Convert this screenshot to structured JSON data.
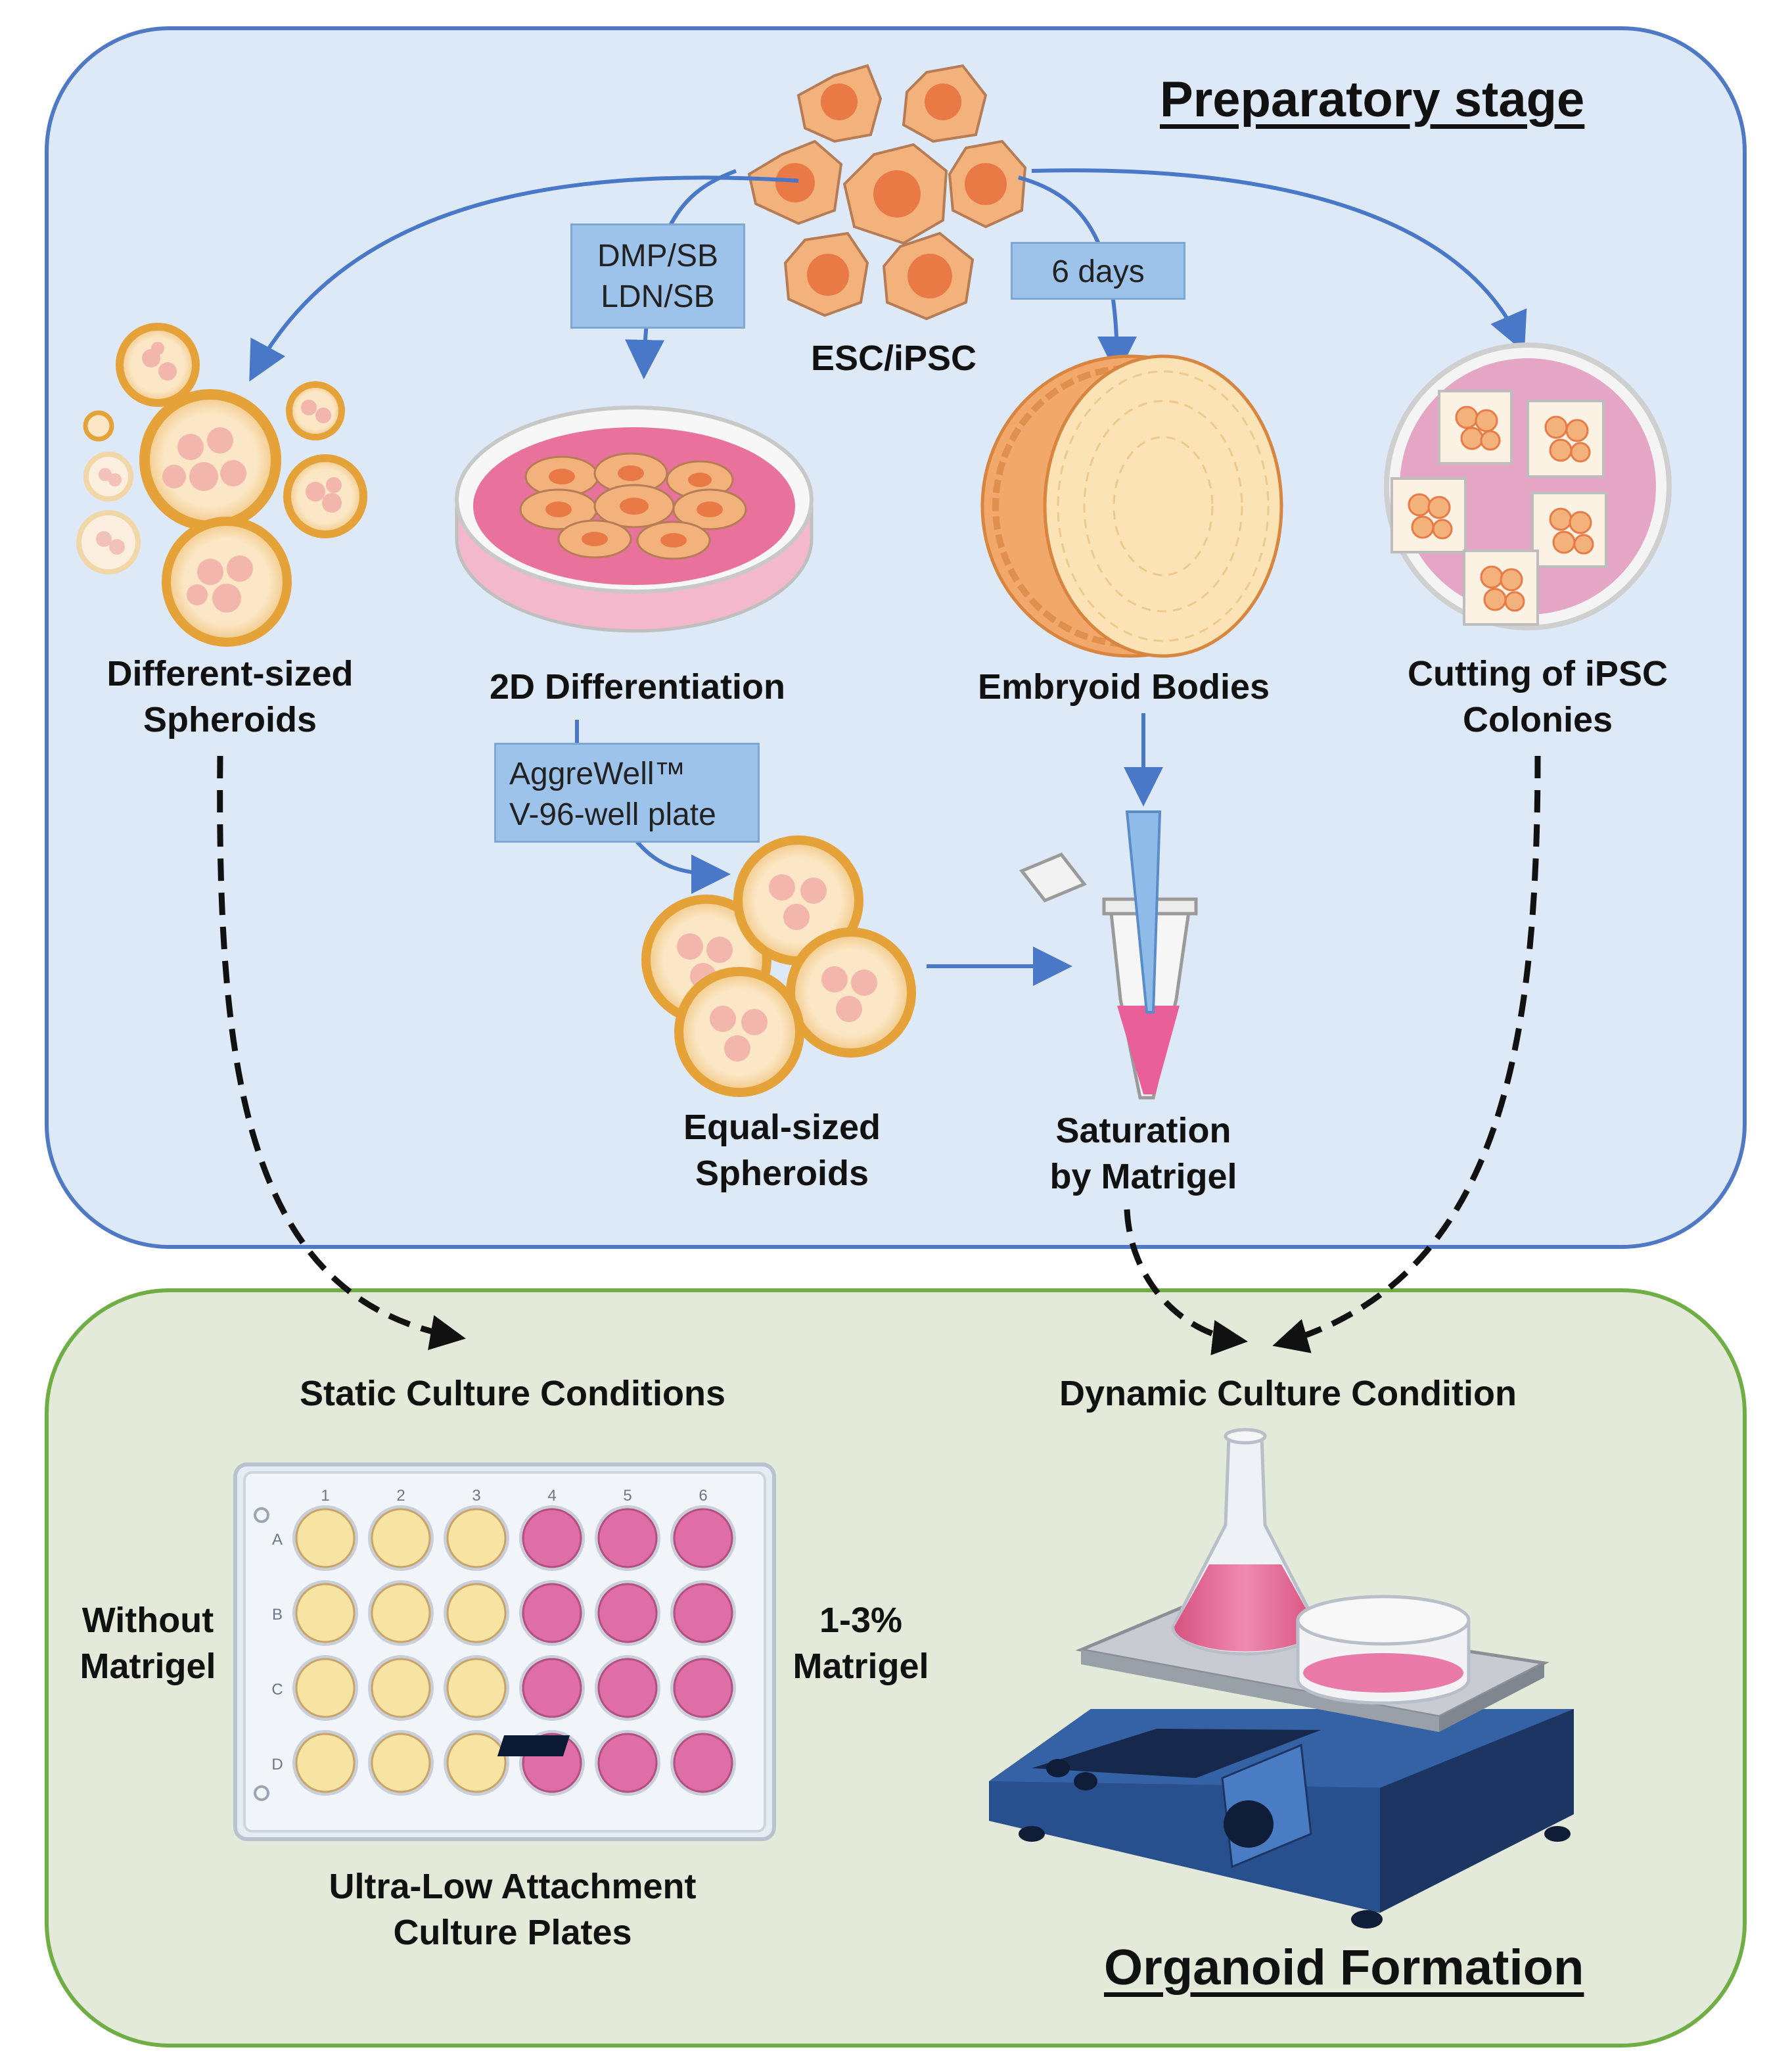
{
  "stages": {
    "preparatory": "Preparatory stage",
    "organoid": "Organoid Formation"
  },
  "labels": {
    "source": "ESC/iPSC",
    "spheroids_diff": "Different-sized\nSpheroids",
    "diff_2d": "2D Differentiation",
    "embryoid": "Embryoid Bodies",
    "cutting": "Cutting of iPSC\nColonies",
    "spheroids_equal": "Equal-sized\nSpheroids",
    "saturation": "Saturation\nby Matrigel",
    "static": "Static Culture Conditions",
    "dynamic": "Dynamic Culture Condition",
    "without": "Without\nMatrigel",
    "with": "1-3%\nMatrigel",
    "ula": "Ultra-Low Attachment\nCulture Plates"
  },
  "tags": {
    "dmp": "DMP/SB\nLDN/SB",
    "days": "6 days",
    "aggrewell": "AggreWell™\nV-96-well plate"
  },
  "plate": {
    "columns": [
      "1",
      "2",
      "3",
      "4",
      "5",
      "6"
    ],
    "rows": [
      "A",
      "B",
      "C",
      "D"
    ]
  },
  "colors": {
    "prep_bg": "#dde9f6",
    "prep_border": "#4f79c4",
    "org_bg": "#e3ead9",
    "org_border": "#6fae45",
    "cell": "#f3b27c",
    "nucleus": "#e97a45",
    "pink": "#e06ea6",
    "yellow": "#f7e3a2",
    "arrow": "#4a78c8"
  }
}
